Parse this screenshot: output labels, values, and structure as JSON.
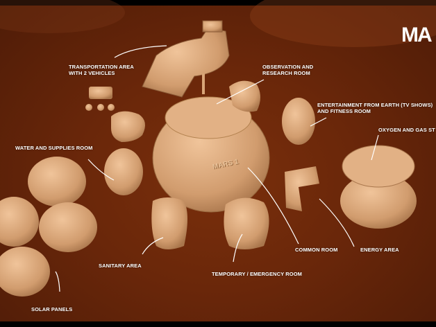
{
  "image": {
    "title": "MA",
    "base_emboss": "MARS 1",
    "labels": [
      {
        "id": "transportation",
        "lines": [
          "TRANSPORTATION AREA",
          "WITH 2 VEHICLES"
        ]
      },
      {
        "id": "observation",
        "lines": [
          "OBSERVATION AND",
          "RESEARCH ROOM"
        ]
      },
      {
        "id": "entertainment",
        "lines": [
          "ENTERTAINMENT FROM EARTH (TV SHOWS)",
          "AND FITNESS ROOM"
        ]
      },
      {
        "id": "oxygen",
        "lines": [
          "OXYGEN AND GAS ST"
        ]
      },
      {
        "id": "water",
        "lines": [
          "WATER AND SUPPLIES ROOM"
        ]
      },
      {
        "id": "common",
        "lines": [
          "COMMON ROOM"
        ]
      },
      {
        "id": "energy",
        "lines": [
          "ENERGY AREA"
        ]
      },
      {
        "id": "sanitary",
        "lines": [
          "SANITARY AREA"
        ]
      },
      {
        "id": "temporary",
        "lines": [
          "TEMPORARY / EMERGENCY ROOM"
        ]
      },
      {
        "id": "solar",
        "lines": [
          "SOLAR PANELS"
        ]
      }
    ],
    "colors": {
      "background": "#6a270a",
      "model": "#d9a578",
      "text": "#ffffff",
      "letterbox": "#000000"
    }
  }
}
